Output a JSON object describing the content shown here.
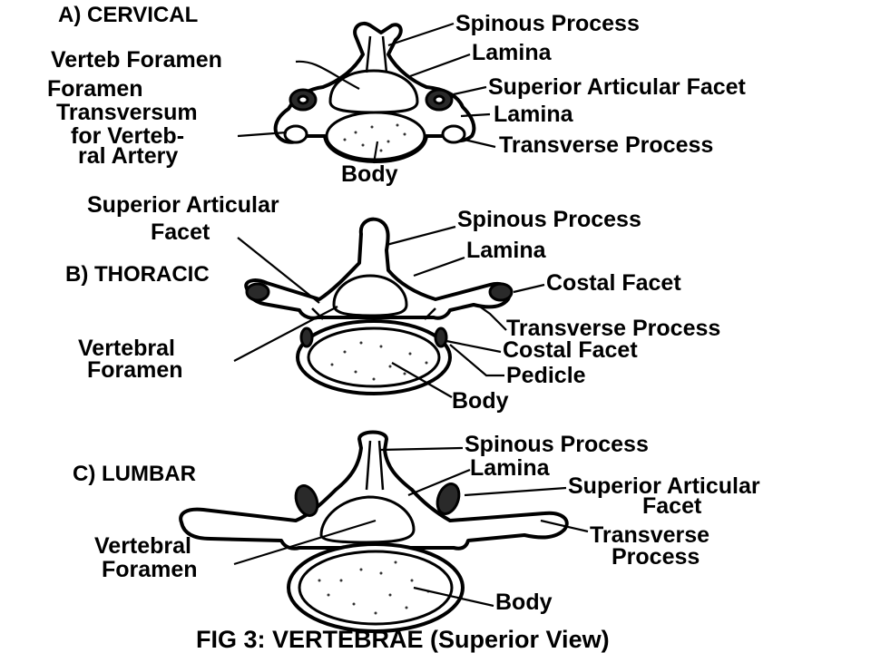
{
  "cervical": {
    "title": "A) CERVICAL",
    "labels": {
      "spinous": "Spinous Process",
      "lamina1": "Lamina",
      "verteb_foramen": "Verteb Foramen",
      "foramen_l1": "Foramen",
      "foramen_l2": "Transversum",
      "foramen_l3": "for Verteb-",
      "foramen_l4": "ral Artery",
      "sup_facet": "Superior Articular Facet",
      "lamina2": "Lamina",
      "transverse": "Transverse Process",
      "body": "Body"
    }
  },
  "thoracic": {
    "title": "B) THORACIC",
    "labels": {
      "sup_facet_l1": "Superior Articular",
      "sup_facet_l2": "Facet",
      "spinous": "Spinous Process",
      "lamina": "Lamina",
      "costal1": "Costal Facet",
      "transverse": "Transverse Process",
      "costal2": "Costal Facet",
      "pedicle": "Pedicle",
      "vf_l1": "Vertebral",
      "vf_l2": "Foramen",
      "body": "Body"
    }
  },
  "lumbar": {
    "title": "C) LUMBAR",
    "labels": {
      "spinous": "Spinous Process",
      "lamina": "Lamina",
      "sup_facet_l1": "Superior Articular",
      "sup_facet_l2": "Facet",
      "transverse_l1": "Transverse",
      "transverse_l2": "Process",
      "vf_l1": "Vertebral",
      "vf_l2": "Foramen",
      "body": "Body"
    }
  },
  "caption": "FIG 3: VERTEBRAE (Superior View)"
}
